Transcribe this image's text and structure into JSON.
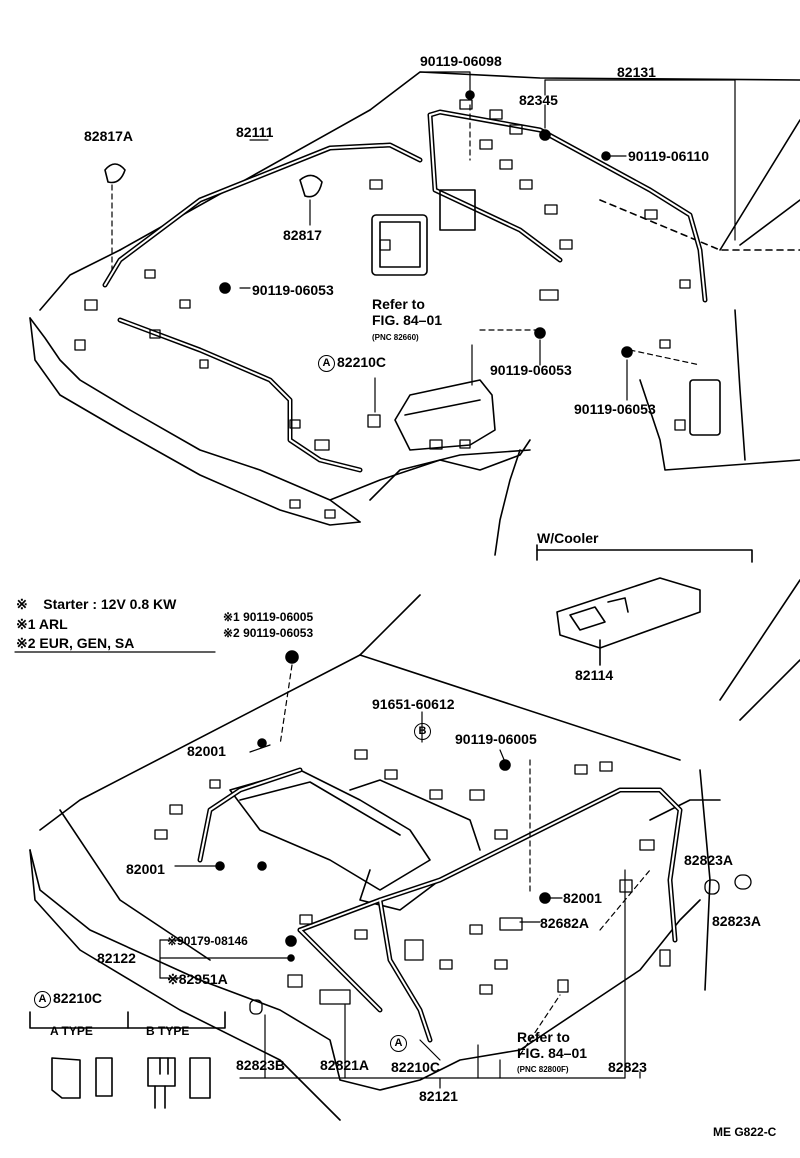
{
  "labels": {
    "top_90119_06098": "90119-06098",
    "top_82131": "82131",
    "top_82345": "82345",
    "top_82817A": "82817A",
    "top_82111": "82111",
    "top_90119_06110": "90119-06110",
    "top_82817": "82817",
    "top_90119_06053_a": "90119-06053",
    "refer_to_1": "Refer to",
    "fig_84_01_1": "FIG. 84–01",
    "pnc_82660": "(PNC 82660)",
    "circle_a": "A",
    "top_82210C": "82210C",
    "top_90119_06053_b": "90119-06053",
    "top_90119_06053_c": "90119-06053",
    "w_cooler": "W/Cooler",
    "p_82114": "82114",
    "legend_mark": "※",
    "legend_starter": "Starter : 12V 0.8 KW",
    "legend_1": "※1 ARL",
    "legend_2": "※2 EUR, GEN, SA",
    "note_1": "※1 90119-06005",
    "note_2": "※2 90119-06053",
    "p_91651_60612": "91651-60612",
    "circle_b": "B",
    "p_90119_06005": "90119-06005",
    "p_82001_a": "82001",
    "p_82001_b": "82001",
    "p_82001_c": "82001",
    "p_82823A_a": "82823A",
    "p_82823A_b": "82823A",
    "p_90179_08146": "※90179-08146",
    "p_82682A": "82682A",
    "p_82122": "82122",
    "p_82951A": "※82951A",
    "legend_82210C": "82210C",
    "a_type": "A TYPE",
    "b_type": "B TYPE",
    "refer_to_2": "Refer to",
    "fig_84_01_2": "FIG. 84–01",
    "pnc_82800F": "(PNC 82800F)",
    "p_82823B": "82823B",
    "p_82821A": "82821A",
    "p_82210C_bottom": "82210C",
    "p_82823": "82823",
    "p_82121": "82121",
    "code": "ME G822-C"
  }
}
